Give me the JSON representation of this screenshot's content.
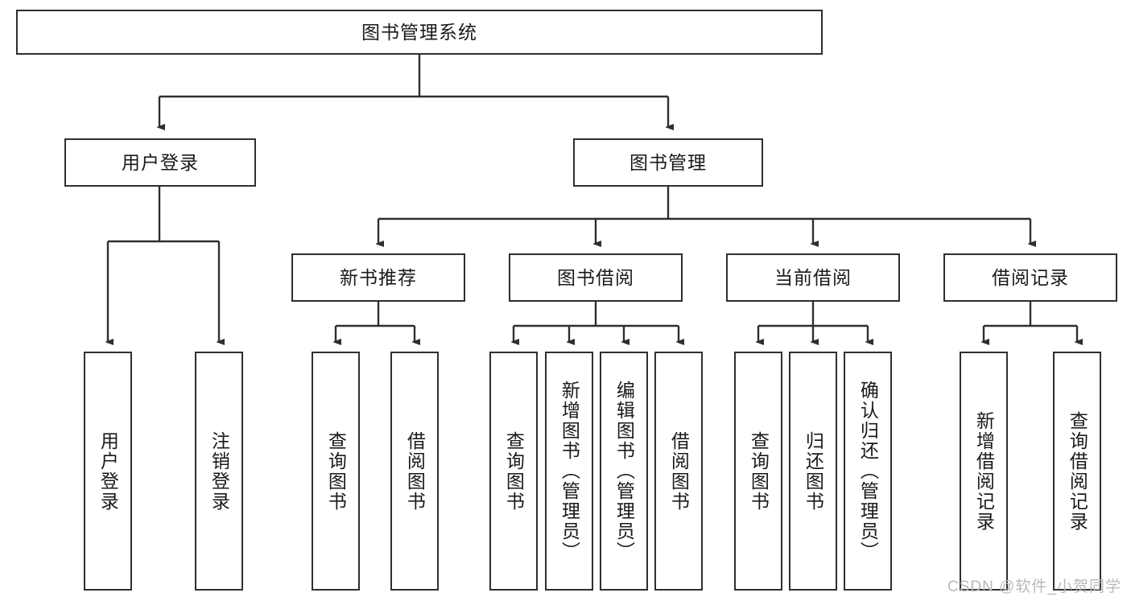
{
  "diagram": {
    "title": "图书管理系统",
    "type": "tree-hierarchy",
    "root": {
      "id": "root",
      "label": "图书管理系统"
    },
    "level2": [
      {
        "id": "user-login",
        "label": "用户登录"
      },
      {
        "id": "book-manage",
        "label": "图书管理"
      }
    ],
    "level3": [
      {
        "id": "new-book-rec",
        "label": "新书推荐",
        "parent": "book-manage"
      },
      {
        "id": "book-borrow",
        "label": "图书借阅",
        "parent": "book-manage"
      },
      {
        "id": "current-borrow",
        "label": "当前借阅",
        "parent": "book-manage"
      },
      {
        "id": "borrow-record",
        "label": "借阅记录",
        "parent": "book-manage"
      }
    ],
    "leaves": {
      "user-login": [
        {
          "id": "leaf-user-login",
          "label": "用户登录"
        },
        {
          "id": "leaf-logout",
          "label": "注销登录"
        }
      ],
      "new-book-rec": [
        {
          "id": "leaf-query-book-1",
          "label": "查询图书"
        },
        {
          "id": "leaf-borrow-book-1",
          "label": "借阅图书"
        }
      ],
      "book-borrow": [
        {
          "id": "leaf-query-book-2",
          "label": "查询图书"
        },
        {
          "id": "leaf-add-book",
          "label": "新增图书（管理员）"
        },
        {
          "id": "leaf-edit-book",
          "label": "编辑图书（管理员）"
        },
        {
          "id": "leaf-borrow-book-2",
          "label": "借阅图书"
        }
      ],
      "current-borrow": [
        {
          "id": "leaf-query-book-3",
          "label": "查询图书"
        },
        {
          "id": "leaf-return-book",
          "label": "归还图书"
        },
        {
          "id": "leaf-confirm-return",
          "label": "确认归还（管理员）"
        }
      ],
      "borrow-record": [
        {
          "id": "leaf-add-record",
          "label": "新增借阅记录"
        },
        {
          "id": "leaf-query-record",
          "label": "查询借阅记录"
        }
      ]
    }
  },
  "watermark": {
    "text": "CSDN @软件_小贺同学"
  },
  "colors": {
    "stroke": "#2f2f2f",
    "background": "#ffffff",
    "text": "#1a1a1a",
    "watermark": "#b9b9b9"
  }
}
